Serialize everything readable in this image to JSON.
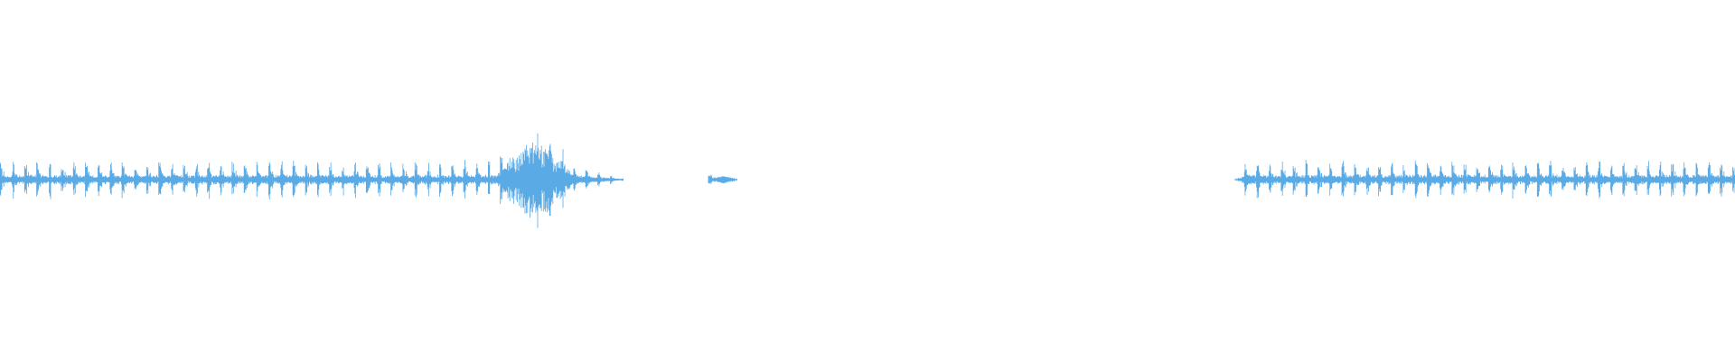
{
  "waveform": {
    "color": "#5aaae6",
    "background": "#ffffff",
    "timeline_seconds": 1920,
    "segments": [
      {
        "name": "segment-1",
        "start": 0,
        "end": 690,
        "activity": "dense",
        "burst_around": 592
      },
      {
        "name": "segment-2",
        "start": 784,
        "end": 816,
        "activity": "blip"
      },
      {
        "name": "segment-3",
        "start": 1366,
        "end": 1920,
        "activity": "dense"
      }
    ]
  }
}
